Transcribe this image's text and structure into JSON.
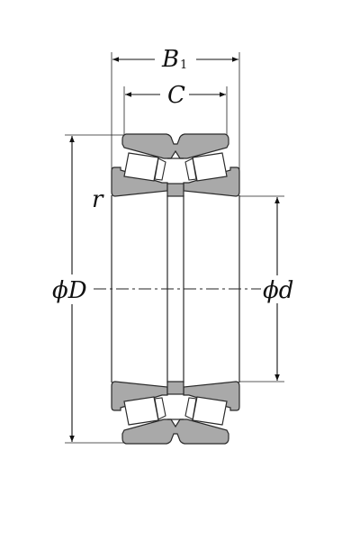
{
  "diagram": {
    "labels": {
      "B1_main": "B",
      "B1_sub": "1",
      "C": "C",
      "r": "r",
      "D": "ϕD",
      "d": "ϕd"
    }
  }
}
